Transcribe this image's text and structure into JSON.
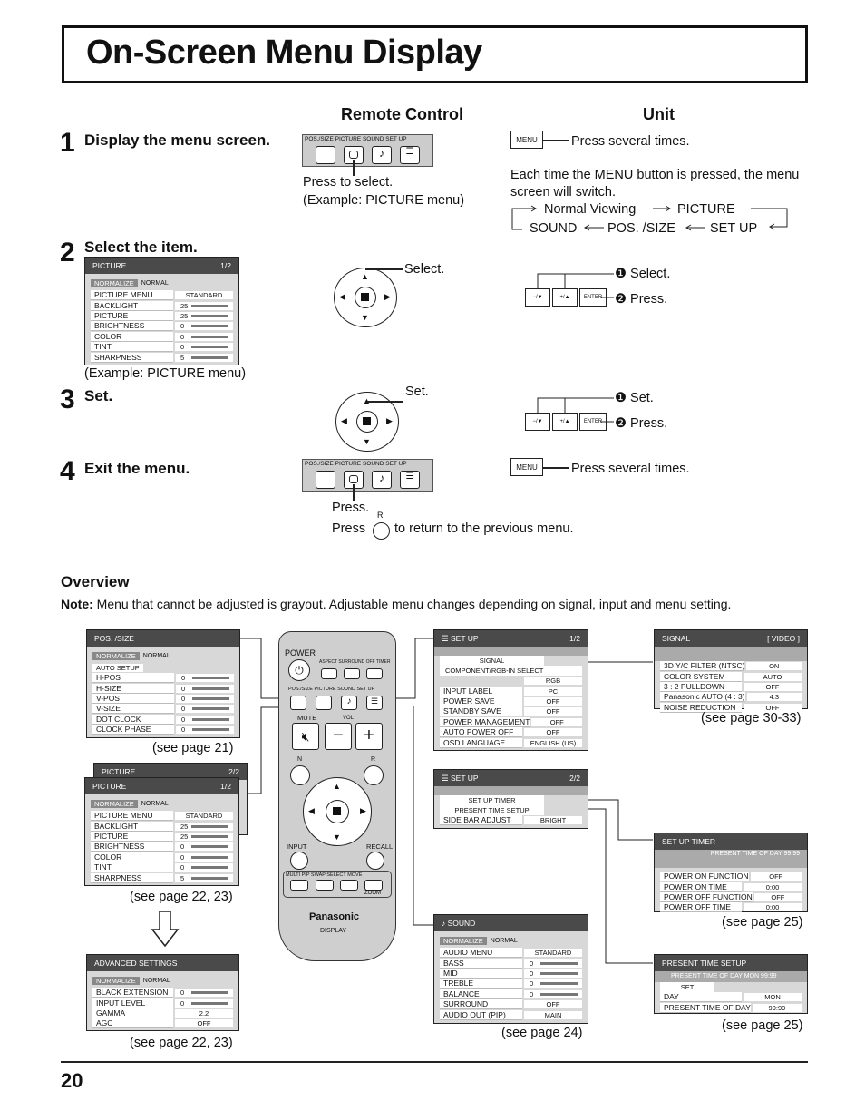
{
  "title": "On-Screen Menu Display",
  "page_number": "20",
  "headers": {
    "remote": "Remote Control",
    "unit": "Unit"
  },
  "steps": [
    {
      "num": "1",
      "label": "Display the menu screen."
    },
    {
      "num": "2",
      "label": "Select the item."
    },
    {
      "num": "3",
      "label": "Set."
    },
    {
      "num": "4",
      "label": "Exit the menu."
    }
  ],
  "remote_keys": {
    "pos_size": "POS./SIZE",
    "picture": "PICTURE",
    "sound": "SOUND",
    "setup": "SET UP"
  },
  "step1": {
    "remote_note1": "Press to select.",
    "remote_note2": "(Example: PICTURE menu)",
    "menu_key": "MENU",
    "unit_note": "Press several times.",
    "cycle_text1": "Each time the MENU button is pressed, the menu",
    "cycle_text2": "screen will switch.",
    "cycle": {
      "normal": "Normal Viewing",
      "picture": "PICTURE",
      "sound": "SOUND",
      "pos": "POS. /SIZE",
      "setup": "SET UP"
    }
  },
  "step2": {
    "example": "(Example: PICTURE menu)",
    "remote_note": "Select.",
    "unit_1": "Select.",
    "unit_2": "Press."
  },
  "step3": {
    "remote_note": "Set.",
    "unit_1": "Set.",
    "unit_2": "Press."
  },
  "step4": {
    "remote_note": "Press.",
    "r_label": "R",
    "return_prefix": "Press",
    "return_suffix": "to return to the previous menu.",
    "menu_key": "MENU",
    "unit_note": "Press several times."
  },
  "unit_keys": {
    "minus": "−/▼",
    "plus": "+/▲",
    "enter": "ENTER",
    "b1": "❶",
    "b2": "❷"
  },
  "overview": {
    "heading": "Overview",
    "note_label": "Note:",
    "note_text": " Menu that cannot be adjusted is grayout. Adjustable menu changes depending on signal, input and menu setting."
  },
  "picture_menu_small": {
    "title": "PICTURE",
    "page": "1/2",
    "normalize": "NORMALIZE",
    "normal": "NORMAL",
    "rows": [
      {
        "label": "PICTURE MENU",
        "value": "STANDARD"
      },
      {
        "label": "BACKLIGHT",
        "value": "25"
      },
      {
        "label": "PICTURE",
        "value": "25"
      },
      {
        "label": "BRIGHTNESS",
        "value": "0"
      },
      {
        "label": "COLOR",
        "value": "0"
      },
      {
        "label": "TINT",
        "value": "0"
      },
      {
        "label": "SHARPNESS",
        "value": "5"
      }
    ]
  },
  "pos_menu": {
    "title": "POS. /SIZE",
    "normalize": "NORMALIZE",
    "normal": "NORMAL",
    "auto": "AUTO SETUP",
    "rows": [
      {
        "label": "H-POS",
        "value": "0"
      },
      {
        "label": "H-SIZE",
        "value": "0"
      },
      {
        "label": "V-POS",
        "value": "0"
      },
      {
        "label": "V-SIZE",
        "value": "0"
      },
      {
        "label": "DOT CLOCK",
        "value": "0"
      },
      {
        "label": "CLOCK PHASE",
        "value": "0"
      }
    ],
    "ref": "(see page 21)"
  },
  "picture2_back": {
    "title": "PICTURE",
    "page": "2/2"
  },
  "picture_menu": {
    "title": "PICTURE",
    "page": "1/2",
    "ref": "(see page 22, 23)"
  },
  "advanced": {
    "title": "ADVANCED SETTINGS",
    "normalize": "NORMALIZE",
    "normal": "NORMAL",
    "rows": [
      {
        "label": "BLACK EXTENSION",
        "value": "0"
      },
      {
        "label": "INPUT LEVEL",
        "value": "0"
      },
      {
        "label": "GAMMA",
        "value": "2.2"
      },
      {
        "label": "AGC",
        "value": "OFF"
      }
    ],
    "ref": "(see page 22, 23)"
  },
  "remote": {
    "power": "POWER",
    "aspect": "ASPECT",
    "surround": "SURROUND",
    "offtimer": "OFF TIMER",
    "pos": "POS./SIZE",
    "picture": "PICTURE",
    "sound": "SOUND",
    "setup": "SET UP",
    "mute": "MUTE",
    "vol": "VOL",
    "n": "N",
    "r": "R",
    "input": "INPUT",
    "recall": "RECALL",
    "multipip": "MULTI PIP",
    "swap": "SWAP",
    "select": "SELECT",
    "move": "MOVE",
    "zoom": "ZOOM",
    "brand": "Panasonic",
    "display": "DISPLAY"
  },
  "setup1": {
    "title": "SET UP",
    "page": "1/2",
    "signal": "SIGNAL",
    "component": "COMPONENT/RGB-IN SELECT",
    "rgb": "RGB",
    "rows": [
      {
        "label": "INPUT LABEL",
        "value": "PC"
      },
      {
        "label": "POWER SAVE",
        "value": "OFF"
      },
      {
        "label": "STANDBY SAVE",
        "value": "OFF"
      },
      {
        "label": "POWER MANAGEMENT",
        "value": "OFF"
      },
      {
        "label": "AUTO POWER OFF",
        "value": "OFF"
      },
      {
        "label": "OSD LANGUAGE",
        "value": "ENGLISH (US)"
      }
    ]
  },
  "signal": {
    "title": "SIGNAL",
    "tag": "[ VIDEO ]",
    "rows": [
      {
        "label": "3D Y/C FILTER (NTSC)",
        "value": "ON"
      },
      {
        "label": "COLOR SYSTEM",
        "value": "AUTO"
      },
      {
        "label": "3 : 2 PULLDOWN",
        "value": "OFF"
      },
      {
        "label": "Panasonic AUTO (4 : 3)",
        "value": "4:3"
      },
      {
        "label": "NOISE REDUCTION",
        "value": "OFF"
      }
    ],
    "ref": "(see page 30-33)"
  },
  "setup2": {
    "title": "SET UP",
    "page": "2/2",
    "timer": "SET UP TIMER",
    "present": "PRESENT TIME SETUP",
    "sidebar": "SIDE BAR ADJUST",
    "bright": "BRIGHT"
  },
  "timer": {
    "title": "SET UP TIMER",
    "present": "PRESENT  TIME OF DAY  99:99",
    "rows": [
      {
        "label": "POWER ON FUNCTION",
        "value": "OFF"
      },
      {
        "label": "POWER ON TIME",
        "value": "0:00"
      },
      {
        "label": "POWER OFF FUNCTION",
        "value": "OFF"
      },
      {
        "label": "POWER OFF TIME",
        "value": "0:00"
      }
    ],
    "ref": "(see page 25)"
  },
  "present": {
    "title": "PRESENT  TIME SETUP",
    "present": "PRESENT  TIME OF DAY    MON  99:99",
    "set": "SET",
    "rows": [
      {
        "label": "DAY",
        "value": "MON"
      },
      {
        "label": "PRESENT  TIME OF DAY",
        "value": "99:99"
      }
    ],
    "ref": "(see page 25)"
  },
  "sound": {
    "title": "SOUND",
    "normalize": "NORMALIZE",
    "normal": "NORMAL",
    "rows": [
      {
        "label": "AUDIO MENU",
        "value": "STANDARD"
      },
      {
        "label": "BASS",
        "value": "0"
      },
      {
        "label": "MID",
        "value": "0"
      },
      {
        "label": "TREBLE",
        "value": "0"
      },
      {
        "label": "BALANCE",
        "value": "0"
      },
      {
        "label": "SURROUND",
        "value": "OFF"
      },
      {
        "label": "AUDIO OUT (PIP)",
        "value": "MAIN"
      }
    ],
    "ref": "(see page 24)"
  }
}
